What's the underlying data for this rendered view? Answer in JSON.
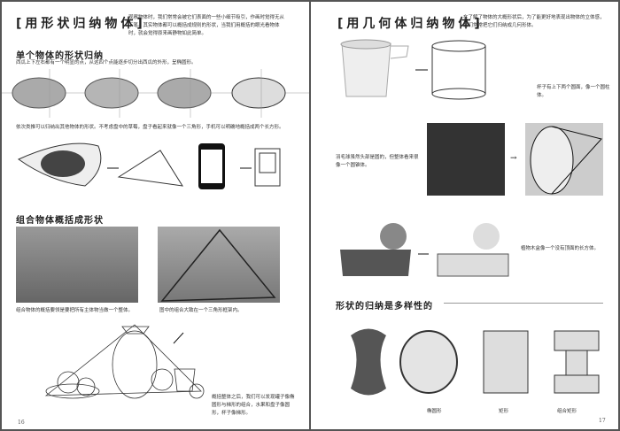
{
  "left_page": {
    "title": "[用形状归纳物体]",
    "intro": "观察物体时，我们常常会被它们表面的一些小细节吸引，作画时觉得无从下笔。其实物体都可以概括成规则的形状，当我们用概括的眼光看物体时，就会觉得原来画静物如此简单。",
    "section1_heading": "单个物体的形状归纳",
    "section1_caption": "西瓜上下左右都有一个明显的点，从这四个点能逐步切分出西瓜的外形，呈椭圆形。",
    "section1_caption2": "依次类推可以归纳出其他物体的形状。不考虑盘中的草莓，盘子看起来就像一个三角形，手机可以明确地概括成两个长方形。",
    "section2_heading": "组合物体概括成形状",
    "photo_caption_1": "组合物体的概括要领是要把所有主体物当做一个整体。",
    "photo_caption_2": "图中的组合大致在一个三角形框架内。",
    "sketch_caption": "概括整体之后，我们可以发现罐子像椭圆形与梯形的组合，水果和盘子像圆形，杯子像梯形。",
    "page_number": "16"
  },
  "right_page": {
    "title": "[用几何体归纳物体]",
    "intro": "在了解了物体的大概形状后，为了能更好地表现出物体的立体感，我们常常把它们归纳成几何形体。",
    "cup_caption": "杯子有上下两个圆面，像一个圆柱体。",
    "shuttlecock_caption": "羽毛球虽然头部是圆的，但整体看来很像一个圆锥体。",
    "planter_caption": "植物木盒像一个没有顶面的长方体。",
    "section_heading": "形状的归纳是多样性的",
    "apple_labels": [
      "椭圆形",
      "矩形",
      "组合矩形"
    ],
    "page_number": "17"
  }
}
